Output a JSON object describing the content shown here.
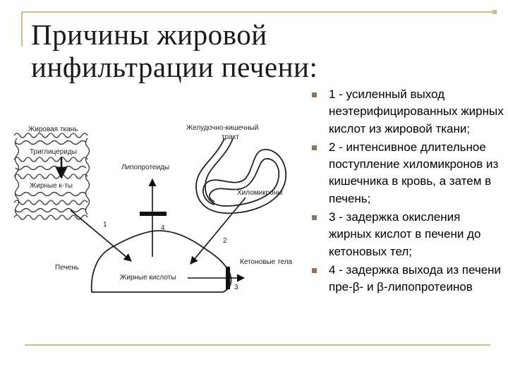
{
  "title": {
    "line1": "Причины жировой",
    "line2": "инфильтрации печени:"
  },
  "bullets": [
    {
      "text": "1 - усиленный выход неэтерифицированных жирных кислот из жировой ткани;"
    },
    {
      "text": "2 - интенсивное длительное поступление хиломикронов из кишечника в кровь, а затем в печень;"
    },
    {
      "text": " 3 - задержка окисления жирных кислот в печени до кетоновых тел;"
    },
    {
      "text": "4 - задержка выхода из печени пре-β- и β-липопротеинов"
    }
  ],
  "diagram": {
    "adipose_tissue": "Жировая ткань",
    "triglycerides": "Триглицериды",
    "fatty_acids_adipose": "Жирные к-ты",
    "lipoproteins": "Липопротеиды",
    "gi_tract_line1": "Желудочно-кишечный",
    "gi_tract_line2": "тракт",
    "chylomicrons": "Хиломикроны",
    "ketone_bodies": "Кетоновые тела",
    "liver": "Печень",
    "fatty_acids_liver": "Жирные кислоты",
    "num1": "1",
    "num2": "2",
    "num3": "3",
    "num4": "4"
  },
  "colors": {
    "frame": "#c8bf8a",
    "bullet": "#8a7a5a",
    "text": "#000000"
  }
}
